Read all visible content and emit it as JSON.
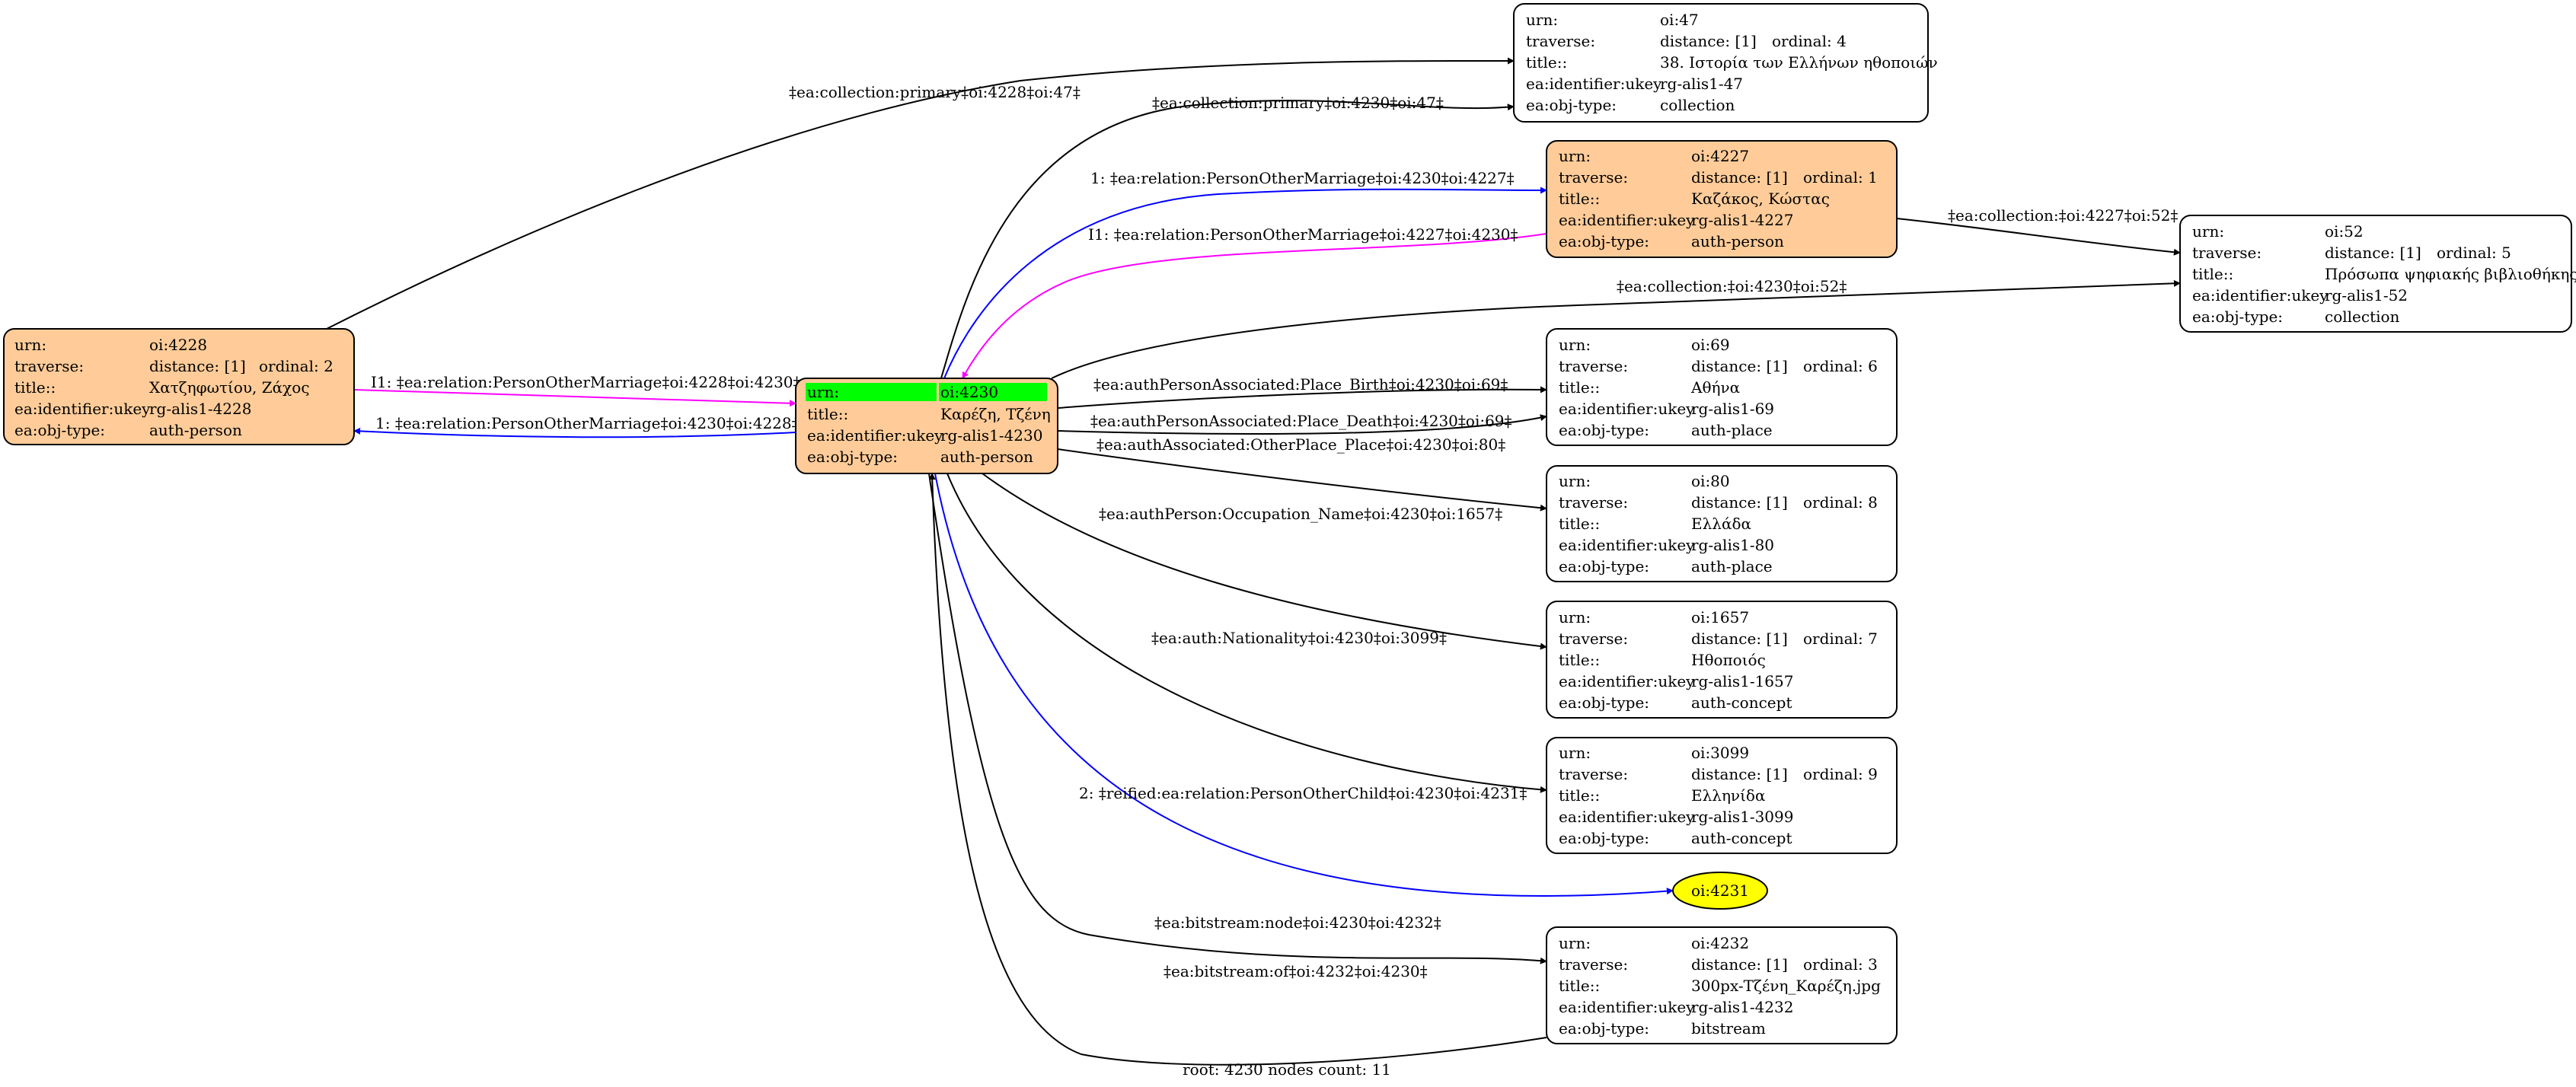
{
  "colors": {
    "focus_fill": "#ffcc99",
    "root_highlight": "#00ff00",
    "plain_fill": "#ffffff",
    "ellipse_fill": "#ffff00",
    "edge_default": "#000000",
    "edge_blue": "#0000ff",
    "edge_magenta": "#ff00ff"
  },
  "field_labels": {
    "urn": "urn:",
    "traverse": "traverse:",
    "title": "title::",
    "identifier": "ea:identifier:ukey",
    "objtype": "ea:obj-type:"
  },
  "nodes": [
    {
      "id": "oi4228",
      "urn": "oi:4228",
      "distance": "distance: [1]",
      "ordinal": "ordinal: 2",
      "title": "Χατζηφωτίου, Ζάχος",
      "identifier": "rg-alis1-4228",
      "objtype": "auth-person"
    },
    {
      "id": "oi4230",
      "urn": "oi:4230",
      "title": "Καρέζη, Τζένη",
      "identifier": "rg-alis1-4230",
      "objtype": "auth-person"
    },
    {
      "id": "oi47",
      "urn": "oi:47",
      "distance": "distance: [1]",
      "ordinal": "ordinal: 4",
      "title": "38. Ιστορία των Ελλήνων ηθοποιών",
      "identifier": "rg-alis1-47",
      "objtype": "collection"
    },
    {
      "id": "oi4227",
      "urn": "oi:4227",
      "distance": "distance: [1]",
      "ordinal": "ordinal: 1",
      "title": "Καζάκος, Κώστας",
      "identifier": "rg-alis1-4227",
      "objtype": "auth-person"
    },
    {
      "id": "oi52",
      "urn": "oi:52",
      "distance": "distance: [1]",
      "ordinal": "ordinal: 5",
      "title": "Πρόσωπα ψηφιακής βιβλιοθήκης",
      "identifier": "rg-alis1-52",
      "objtype": "collection"
    },
    {
      "id": "oi69",
      "urn": "oi:69",
      "distance": "distance: [1]",
      "ordinal": "ordinal: 6",
      "title": "Αθήνα",
      "identifier": "rg-alis1-69",
      "objtype": "auth-place"
    },
    {
      "id": "oi80",
      "urn": "oi:80",
      "distance": "distance: [1]",
      "ordinal": "ordinal: 8",
      "title": "Ελλάδα",
      "identifier": "rg-alis1-80",
      "objtype": "auth-place"
    },
    {
      "id": "oi1657",
      "urn": "oi:1657",
      "distance": "distance: [1]",
      "ordinal": "ordinal: 7",
      "title": "Ηθοποιός",
      "identifier": "rg-alis1-1657",
      "objtype": "auth-concept"
    },
    {
      "id": "oi3099",
      "urn": "oi:3099",
      "distance": "distance: [1]",
      "ordinal": "ordinal: 9",
      "title": "Ελληνίδα",
      "identifier": "rg-alis1-3099",
      "objtype": "auth-concept"
    },
    {
      "id": "oi4232",
      "urn": "oi:4232",
      "distance": "distance: [1]",
      "ordinal": "ordinal: 3",
      "title": "300px-Τζένη_Καρέζη.jpg",
      "identifier": "rg-alis1-4232",
      "objtype": "bitstream"
    }
  ],
  "ellipse_node": {
    "label": "oi:4231"
  },
  "edges": [
    {
      "id": "e1",
      "label": "‡ea:collection:primary‡oi:4228‡oi:47‡",
      "color": "edge_default"
    },
    {
      "id": "e2",
      "label": "‡ea:collection:primary‡oi:4230‡oi:47‡",
      "color": "edge_default"
    },
    {
      "id": "e3",
      "label": "1: ‡ea:relation:PersonOtherMarriage‡oi:4230‡oi:4227‡",
      "color": "edge_blue"
    },
    {
      "id": "e4",
      "label": "I1: ‡ea:relation:PersonOtherMarriage‡oi:4227‡oi:4230‡",
      "color": "edge_magenta"
    },
    {
      "id": "e5",
      "label": "‡ea:collection:‡oi:4227‡oi:52‡",
      "color": "edge_default"
    },
    {
      "id": "e6",
      "label": "‡ea:collection:‡oi:4230‡oi:52‡",
      "color": "edge_default"
    },
    {
      "id": "e7",
      "label": "I1: ‡ea:relation:PersonOtherMarriage‡oi:4228‡oi:4230‡",
      "color": "edge_magenta"
    },
    {
      "id": "e8",
      "label": "1: ‡ea:relation:PersonOtherMarriage‡oi:4230‡oi:4228‡",
      "color": "edge_blue"
    },
    {
      "id": "e9",
      "label": "‡ea:authPersonAssociated:Place_Birth‡oi:4230‡oi:69‡",
      "color": "edge_default"
    },
    {
      "id": "e10",
      "label": "‡ea:authPersonAssociated:Place_Death‡oi:4230‡oi:69‡",
      "color": "edge_default"
    },
    {
      "id": "e11",
      "label": "‡ea:authAssociated:OtherPlace_Place‡oi:4230‡oi:80‡",
      "color": "edge_default"
    },
    {
      "id": "e12",
      "label": "‡ea:authPerson:Occupation_Name‡oi:4230‡oi:1657‡",
      "color": "edge_default"
    },
    {
      "id": "e13",
      "label": "‡ea:auth:Nationality‡oi:4230‡oi:3099‡",
      "color": "edge_default"
    },
    {
      "id": "e14",
      "label": "2: ‡reified:ea:relation:PersonOtherChild‡oi:4230‡oi:4231‡",
      "color": "edge_blue"
    },
    {
      "id": "e15",
      "label": "‡ea:bitstream:node‡oi:4230‡oi:4232‡",
      "color": "edge_default"
    },
    {
      "id": "e16",
      "label": "‡ea:bitstream:of‡oi:4232‡oi:4230‡",
      "color": "edge_default"
    }
  ],
  "footer": "root: 4230 nodes count: 11"
}
